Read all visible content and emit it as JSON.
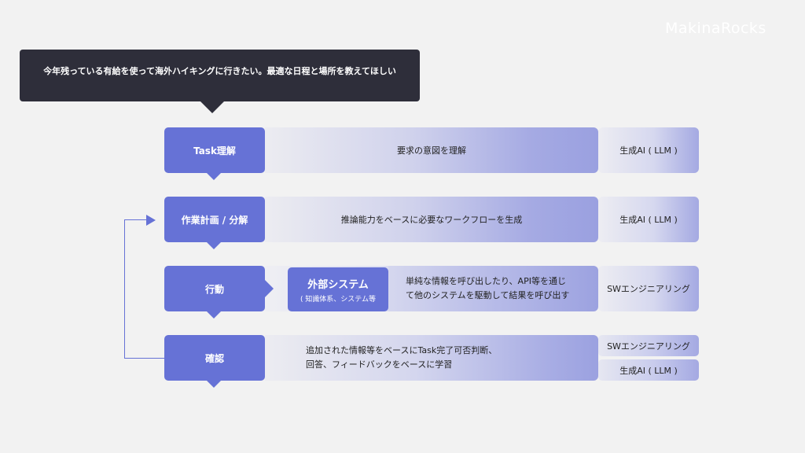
{
  "logo": "MakinaRocks",
  "prompt": {
    "text": "今年残っている有給を使って海外ハイキングに行きたい。最適な日程と場所を教えてほしい"
  },
  "rows": [
    {
      "step": "Task理解",
      "description": "要求の意図を理解",
      "tag": "生成AI ( LLM )"
    },
    {
      "step": "作業計画 / 分解",
      "description": "推論能力をベースに必要なワークフローを生成",
      "tag": "生成AI ( LLM )"
    },
    {
      "step": "行動",
      "external_title": "外部システム",
      "external_sub": "( 知識体系、システム等",
      "description_line1": "単純な情報を呼び出したり、API等を通じ",
      "description_line2": "て他のシステムを駆動して結果を呼び出す",
      "tag": "SWエンジニアリング"
    },
    {
      "step": "確認",
      "description_line1": "追加された情報等をベースにTask完了可否判断、",
      "description_line2": "回答、フィードバックをベースに学習",
      "tag_top": "SWエンジニアリング",
      "tag_bottom": "生成AI ( LLM )"
    }
  ],
  "colors": {
    "background": "#f2f2f2",
    "prompt_bg": "#2e2e3a",
    "step_bg": "#6672d6",
    "band_end": "#9aa0e0"
  }
}
